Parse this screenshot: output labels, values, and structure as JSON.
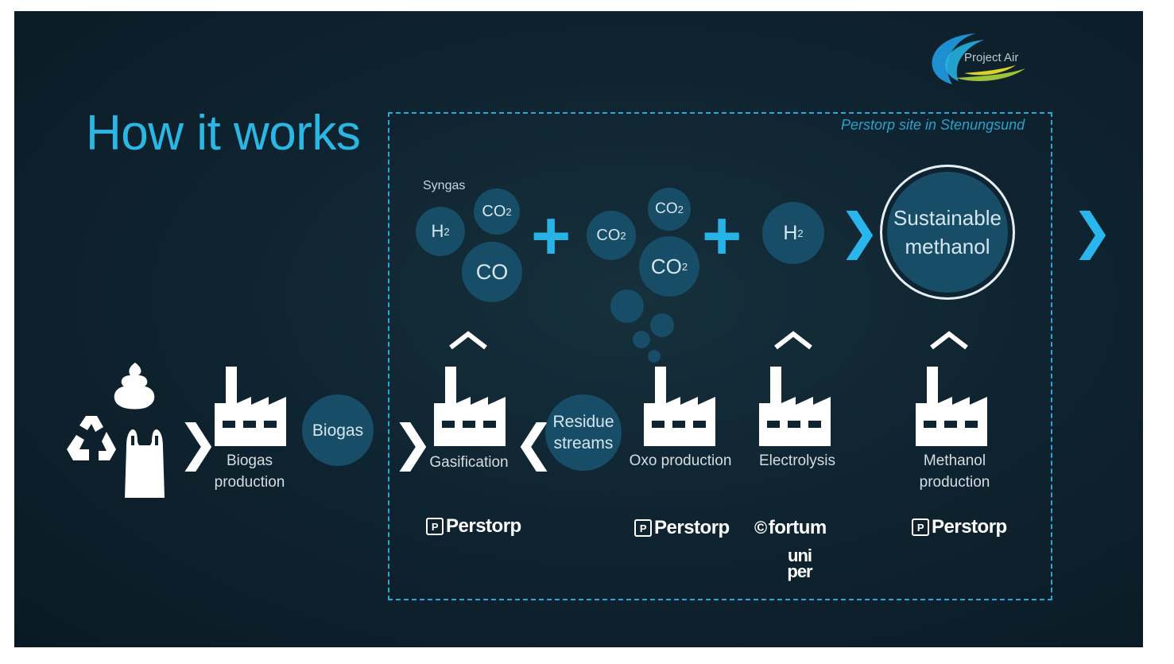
{
  "title": "How it works",
  "logo": {
    "text": "Project Air"
  },
  "site_label": "Perstorp site in Stenungsund",
  "syngas": {
    "label": "Syngas",
    "h2": {
      "main": "H",
      "sub": "2"
    },
    "co2": {
      "main": "CO",
      "sub": "2"
    },
    "co": "CO"
  },
  "co2_group": {
    "a": {
      "main": "CO",
      "sub": "2"
    },
    "b": {
      "main": "CO",
      "sub": "2"
    },
    "c": {
      "main": "CO",
      "sub": "2"
    }
  },
  "h2_alone": {
    "main": "H",
    "sub": "2"
  },
  "plus_sign": "+",
  "methanol": {
    "line1": "Sustainable",
    "line2": "methanol"
  },
  "steps": {
    "biogas_production": {
      "line1": "Biogas",
      "line2": "production"
    },
    "biogas": "Biogas",
    "gasification": "Gasification",
    "residue": {
      "line1": "Residue",
      "line2": "streams"
    },
    "oxo": "Oxo production",
    "electrolysis": "Electrolysis",
    "methanol_production": {
      "line1": "Methanol",
      "line2": "production"
    }
  },
  "brands": {
    "perstorp1": "Perstorp",
    "perstorp2": "Perstorp",
    "perstorp3": "Perstorp",
    "fortum": "fortum",
    "uniper": {
      "line1": "uni",
      "line2": "per"
    }
  },
  "colors": {
    "accent": "#29b6ec",
    "bubble": "#174d66",
    "background": "#0f2431"
  }
}
